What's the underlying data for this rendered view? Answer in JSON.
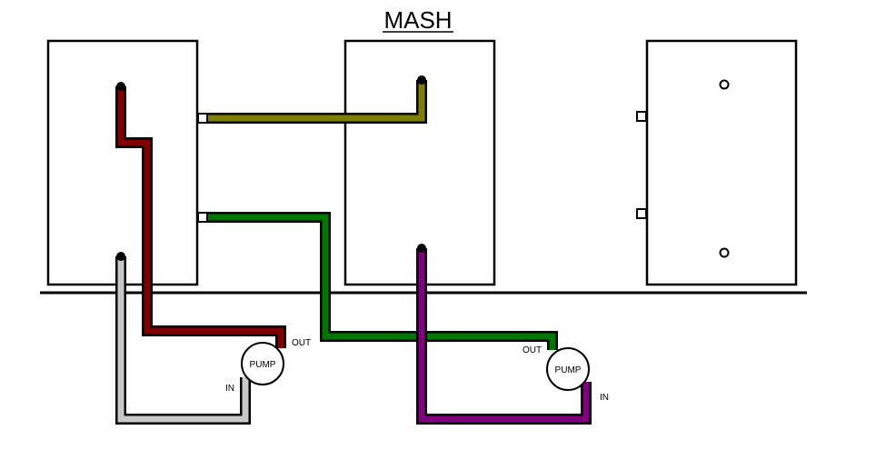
{
  "title": "MASH",
  "pumps": [
    {
      "label": "PUMP",
      "out_label": "OUT",
      "in_label": "IN"
    },
    {
      "label": "PUMP",
      "out_label": "OUT",
      "in_label": "IN"
    }
  ],
  "colors": {
    "hlt_to_mash_top": "#808000",
    "hlt_to_mash_bottom": "#007700",
    "hlt_recirc": "#800000",
    "hlt_return": "#c8c8c8",
    "mash_drain": "#800080",
    "outline": "#000000",
    "background": "#ffffff"
  }
}
